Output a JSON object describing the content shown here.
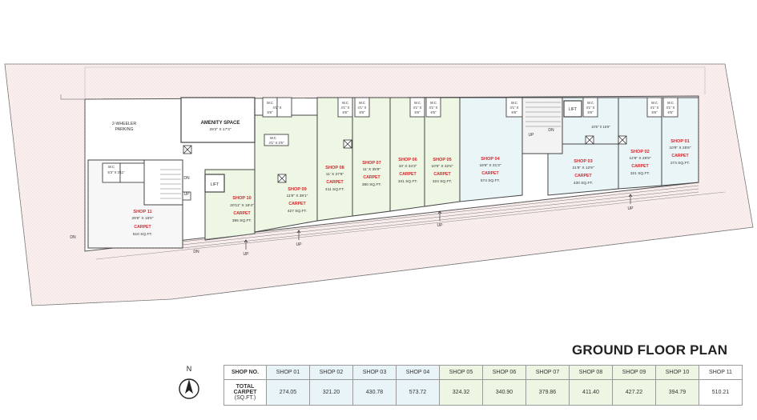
{
  "title": "GROUND FLOOR PLAN",
  "compass_label": "N",
  "table": {
    "header_label": "SHOP NO.",
    "row_label": [
      "TOTAL",
      "CARPET",
      "(SQ.FT.)"
    ],
    "shops": [
      "SHOP 01",
      "SHOP 02",
      "SHOP 03",
      "SHOP 04",
      "SHOP 05",
      "SHOP 06",
      "SHOP 07",
      "SHOP 08",
      "SHOP 09",
      "SHOP 10",
      "SHOP 11"
    ],
    "values": [
      "274.05",
      "321.20",
      "430.78",
      "573.72",
      "324.32",
      "340.90",
      "379.86",
      "411.40",
      "427.22",
      "394.79",
      "510.21"
    ],
    "tints": [
      "blue",
      "blue",
      "blue",
      "blue",
      "green",
      "green",
      "green",
      "green",
      "green",
      "green",
      "white"
    ]
  },
  "plan": {
    "parking": [
      "2-WHEELER",
      "PARKING"
    ],
    "amenity": {
      "name": "AMENITY SPACE",
      "dim": "29'2\" X 17'3\""
    },
    "lift": "LIFT",
    "wc": "W.C",
    "shops": [
      {
        "name": "SHOP 11",
        "dim": "29'6\" X 16'6\"",
        "carpet": "CARPET",
        "area": "510 SQ.FT."
      },
      {
        "name": "SHOP 10",
        "dim": "20'11\" X 19'4\"",
        "carpet": "CARPET",
        "area": "395 SQ.FT."
      },
      {
        "name": "SHOP 09",
        "dim": "11'8\" X 39'1\"",
        "carpet": "CARPET",
        "area": "427 SQ.FT."
      },
      {
        "name": "SHOP 08",
        "dim": "11' X 37'6\"",
        "carpet": "CARPET",
        "area": "411 SQ.FT."
      },
      {
        "name": "SHOP 07",
        "dim": "11' X 35'9\"",
        "carpet": "CARPET",
        "area": "380 SQ.FT."
      },
      {
        "name": "SHOP 06",
        "dim": "10' X 34'3\"",
        "carpet": "CARPET",
        "area": "341 SQ.FT."
      },
      {
        "name": "SHOP 05",
        "dim": "10'5\" X 32'6\"",
        "carpet": "CARPET",
        "area": "324 SQ.FT."
      },
      {
        "name": "SHOP 04",
        "dim": "18'6\" X 31'3\"",
        "carpet": "CARPET",
        "area": "574 SQ.FT."
      },
      {
        "name": "SHOP 03",
        "dim": "21'6\" X 12'9\"",
        "carpet": "CARPET",
        "area": "430 SQ.FT."
      },
      {
        "name": "SHOP 02",
        "dim": "12'6\" X 26'9\"",
        "carpet": "CARPET",
        "area": "321 SQ.FT."
      },
      {
        "name": "SHOP 01",
        "dim": "10'9\" X 25'6\"",
        "carpet": "CARPET",
        "area": "274 SQ.FT."
      }
    ],
    "wc_dims": [
      "4'1\" X",
      "6'6\"",
      "6'3\" X 3'11\"",
      "4'1\" X 3'5\"",
      "10'6\" X 15'6\""
    ],
    "up": "UP",
    "dn": "DN"
  }
}
